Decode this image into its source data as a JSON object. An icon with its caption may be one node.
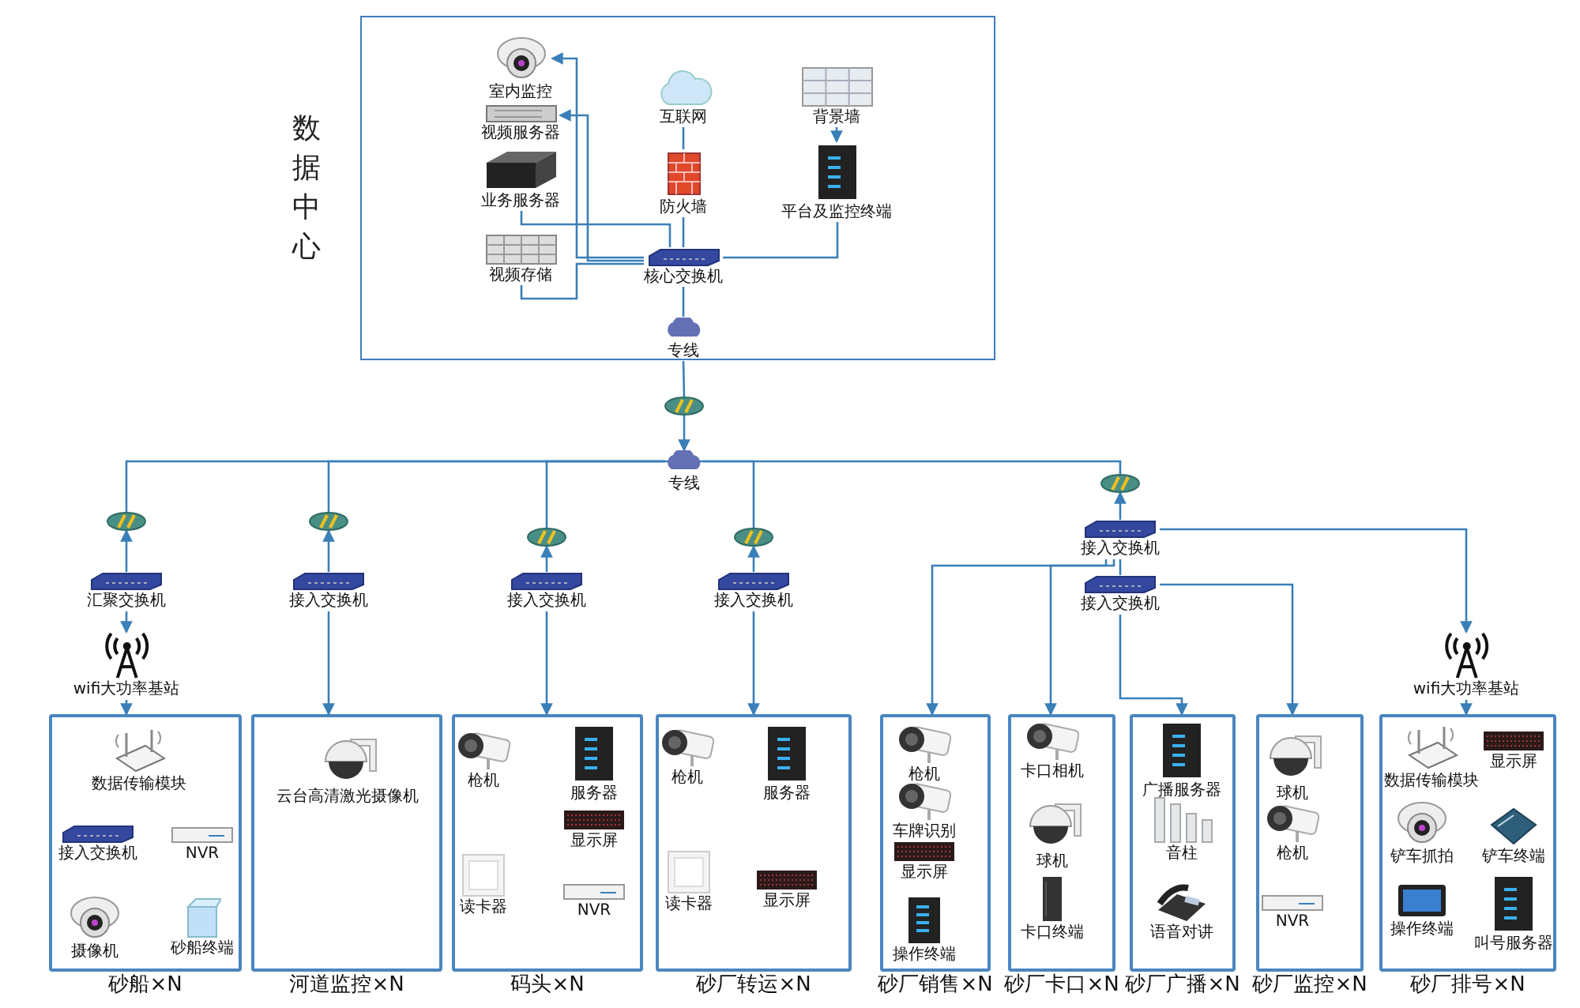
{
  "diagram": {
    "nodes": [
      {
        "text": [
          "数据中心"
        ]
      },
      {
        "text": [
          "室内监控"
        ],
        "in": 0
      },
      {
        "text": [
          "视频服务器"
        ],
        "in": 0
      },
      {
        "text": [
          "业务服务器"
        ],
        "in": 0
      },
      {
        "text": [
          "视频存储"
        ],
        "in": 0
      },
      {
        "text": [
          "互联网"
        ],
        "in": 0
      },
      {
        "text": [
          "防火墙"
        ],
        "in": 0
      },
      {
        "text": [
          "核心交换机"
        ],
        "in": 0
      },
      {
        "text": [
          "背景墙"
        ],
        "in": 0
      },
      {
        "text": [
          "平台及监控终端"
        ],
        "in": 0
      },
      {
        "text": [
          "专线"
        ],
        "in": 0
      },
      {
        "text": [],
        "shape": "picture"
      },
      {
        "text": [
          "专线"
        ]
      },
      {
        "text": [],
        "shape": "picture"
      },
      {
        "text": [],
        "shape": "picture"
      },
      {
        "text": [],
        "shape": "picture"
      },
      {
        "text": [],
        "shape": "picture"
      },
      {
        "text": [],
        "shape": "picture"
      },
      {
        "text": [
          "汇聚交换机"
        ]
      },
      {
        "text": [
          "接入交换机"
        ]
      },
      {
        "text": [
          "接入交换机"
        ]
      },
      {
        "text": [
          "接入交换机"
        ]
      },
      {
        "text": [
          "接入交换机"
        ]
      },
      {
        "text": [
          "接入交换机"
        ]
      },
      {
        "text": [
          "wifi大功率基站"
        ]
      },
      {
        "text": [
          "wifi大功率基站"
        ]
      },
      {
        "text": [
          "砂船×N"
        ]
      },
      {
        "text": [
          "数据传输模块"
        ],
        "in": 26
      },
      {
        "text": [
          "接入交换机"
        ],
        "in": 26
      },
      {
        "text": [
          "NVR"
        ],
        "in": 26
      },
      {
        "text": [
          "摄像机"
        ],
        "in": 26
      },
      {
        "text": [
          "砂船终端"
        ],
        "in": 26
      },
      {
        "text": [
          "河道监控×N"
        ]
      },
      {
        "text": [
          "云台高清激光摄像机"
        ],
        "in": 32
      },
      {
        "text": [
          "码头×N"
        ]
      },
      {
        "text": [
          "枪机"
        ],
        "in": 34
      },
      {
        "text": [
          "服务器"
        ],
        "in": 34
      },
      {
        "text": [
          "显示屏"
        ],
        "in": 34
      },
      {
        "text": [
          "读卡器"
        ],
        "in": 34
      },
      {
        "text": [
          "NVR"
        ],
        "in": 34
      },
      {
        "text": [
          "砂厂转运×N"
        ]
      },
      {
        "text": [
          "枪机"
        ],
        "in": 40
      },
      {
        "text": [
          "服务器"
        ],
        "in": 40
      },
      {
        "text": [
          "读卡器"
        ],
        "in": 40
      },
      {
        "text": [
          "显示屏"
        ],
        "in": 40
      },
      {
        "text": [
          "砂厂销售×N"
        ]
      },
      {
        "text": [
          "枪机"
        ],
        "in": 45
      },
      {
        "text": [
          "车牌识别"
        ],
        "in": 45
      },
      {
        "text": [
          "显示屏"
        ],
        "in": 45
      },
      {
        "text": [
          "操作终端"
        ],
        "in": 45
      },
      {
        "text": [
          "砂厂卡口×N"
        ]
      },
      {
        "text": [
          "卡口相机"
        ],
        "in": 50
      },
      {
        "text": [
          "球机"
        ],
        "in": 50
      },
      {
        "text": [
          "卡口终端"
        ],
        "in": 50
      },
      {
        "text": [
          "砂厂广播×N"
        ]
      },
      {
        "text": [
          "广播服务器"
        ],
        "in": 54
      },
      {
        "text": [
          "音柱"
        ],
        "in": 54
      },
      {
        "text": [
          "语音对讲"
        ],
        "in": 54
      },
      {
        "text": [
          "砂厂监控×N"
        ]
      },
      {
        "text": [
          "球机"
        ],
        "in": 58
      },
      {
        "text": [
          "枪机"
        ],
        "in": 58
      },
      {
        "text": [
          "NVR"
        ],
        "in": 58
      },
      {
        "text": [
          "砂厂排号×N"
        ]
      },
      {
        "text": [
          "数据传输模块"
        ],
        "in": 62
      },
      {
        "text": [
          "显示屏"
        ],
        "in": 62
      },
      {
        "text": [
          "铲车抓拍"
        ],
        "in": 62
      },
      {
        "text": [
          "铲车终端"
        ],
        "in": 62
      },
      {
        "text": [
          "操作终端"
        ],
        "in": 62
      },
      {
        "text": [
          "叫号服务器"
        ],
        "in": 62
      }
    ],
    "edges": [
      {
        "from": 7,
        "to": 1,
        "arrow": "to"
      },
      {
        "from": 7,
        "to": 2,
        "arrow": "to"
      },
      {
        "from": 7,
        "to": 3,
        "arrow": "none"
      },
      {
        "from": 7,
        "to": 4,
        "arrow": "none"
      },
      {
        "from": 5,
        "to": 6,
        "arrow": "none"
      },
      {
        "from": 6,
        "to": 7,
        "arrow": "none"
      },
      {
        "from": 7,
        "to": 9,
        "arrow": "none"
      },
      {
        "from": 8,
        "to": 9,
        "arrow": "to"
      },
      {
        "from": 7,
        "to": 10,
        "arrow": "none"
      },
      {
        "from": 10,
        "to": 11,
        "arrow": "none"
      },
      {
        "from": 11,
        "to": 12,
        "arrow": "to"
      },
      {
        "from": 12,
        "to": 13,
        "arrow": "none"
      },
      {
        "from": 12,
        "to": 14,
        "arrow": "none"
      },
      {
        "from": 12,
        "to": 15,
        "arrow": "none"
      },
      {
        "from": 12,
        "to": 16,
        "arrow": "none"
      },
      {
        "from": 12,
        "to": 17,
        "arrow": "none"
      },
      {
        "from": 18,
        "to": 13,
        "arrow": "to"
      },
      {
        "from": 19,
        "to": 14,
        "arrow": "to"
      },
      {
        "from": 20,
        "to": 15,
        "arrow": "to"
      },
      {
        "from": 21,
        "to": 16,
        "arrow": "to"
      },
      {
        "from": 22,
        "to": 17,
        "arrow": "to"
      },
      {
        "from": 18,
        "to": 24,
        "arrow": "to"
      },
      {
        "from": 24,
        "to": 26,
        "arrow": "to"
      },
      {
        "from": 19,
        "to": 32,
        "arrow": "to"
      },
      {
        "from": 20,
        "to": 34,
        "arrow": "to"
      },
      {
        "from": 21,
        "to": 40,
        "arrow": "to"
      },
      {
        "from": 22,
        "to": 23,
        "arrow": "none"
      },
      {
        "from": 22,
        "to": 45,
        "arrow": "to"
      },
      {
        "from": 22,
        "to": 50,
        "arrow": "to"
      },
      {
        "from": 22,
        "to": 25,
        "arrow": "to"
      },
      {
        "from": 23,
        "to": 54,
        "arrow": "to"
      },
      {
        "from": 23,
        "to": 58,
        "arrow": "to"
      },
      {
        "from": 25,
        "to": 62,
        "arrow": "to"
      }
    ]
  }
}
